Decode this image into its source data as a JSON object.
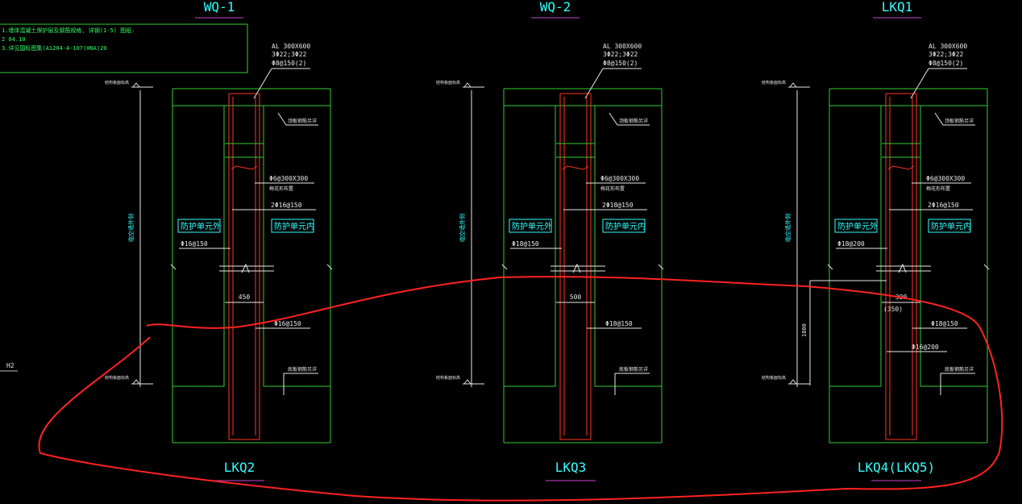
{
  "colors": {
    "background": "#000000",
    "wall_outline": "#33cc33",
    "rebar": "#ff3322",
    "dimension": "#e8e8e8",
    "label_cyan": "#33ffff",
    "title_underline": "#cc44cc",
    "markup_circle": "#ff2222"
  },
  "top_titles": [
    "WQ-1",
    "WQ-2",
    "LKQ1"
  ],
  "note_box": {
    "lines": [
      "1.墙体混凝土保护层及钢筋规格, 详钢(1-5) 图纸.",
      "2 04.10",
      "3.详见国标图集(A1204-4-107(HNA)20"
    ]
  },
  "side_label": "H2",
  "panels": [
    {
      "id": "lkq2",
      "title": "LKQ2",
      "beam": [
        "AL 300X600",
        "3Φ22;3Φ22",
        "Φ8@150(2)"
      ],
      "elev_top": "结构板面标高",
      "elev_bottom": "结构板面标高",
      "outer_label": "临空墙外侧",
      "tie": [
        "Φ6@300X300",
        "梅花形布置"
      ],
      "horiz_bar": "2Φ16@150",
      "left_box": "防护单元外",
      "right_box": "防护单元内",
      "vert_bar": "Φ16@150",
      "dim_width": "450",
      "bottom_bar": "Φ16@150",
      "bottom_note": "底板钢筋另详",
      "top_note": "顶板钢筋另详"
    },
    {
      "id": "lkq3",
      "title": "LKQ3",
      "beam": [
        "AL 300X600",
        "3Φ22;3Φ22",
        "Φ8@150(2)"
      ],
      "elev_top": "结构板面标高",
      "elev_bottom": "结构板面标高",
      "outer_label": "临空墙外侧",
      "tie": [
        "Φ6@300X300",
        "梅花形布置"
      ],
      "horiz_bar": "2Φ18@150",
      "left_box": "防护单元外",
      "right_box": "防护单元内",
      "vert_bar": "Φ18@150",
      "dim_width": "500",
      "bottom_bar": "Φ18@150",
      "bottom_note": "底板钢筋另详",
      "top_note": "顶板钢筋另详"
    },
    {
      "id": "lkq4",
      "title": "LKQ4(LKQ5)",
      "beam": [
        "AL 300X600",
        "3Φ22;3Φ22",
        "Φ8@150(2)"
      ],
      "elev_top": "结构板面标高",
      "elev_bottom": "结构板面标高",
      "outer_label": "临空墙外侧",
      "tie": [
        "Φ6@300X300",
        "梅花形布置"
      ],
      "horiz_bar": "2Φ16@150",
      "left_box": "防护单元外",
      "right_box": "防护单元内",
      "vert_bar": "Φ18@200",
      "dim_width": "300",
      "dim_width_alt": "(350)",
      "bottom_bar": "Φ18@150",
      "bottom_bar2": "Φ16@200",
      "side_dim": "1800",
      "bottom_note": "底板钢筋另详",
      "top_note": "顶板钢筋另详"
    }
  ]
}
